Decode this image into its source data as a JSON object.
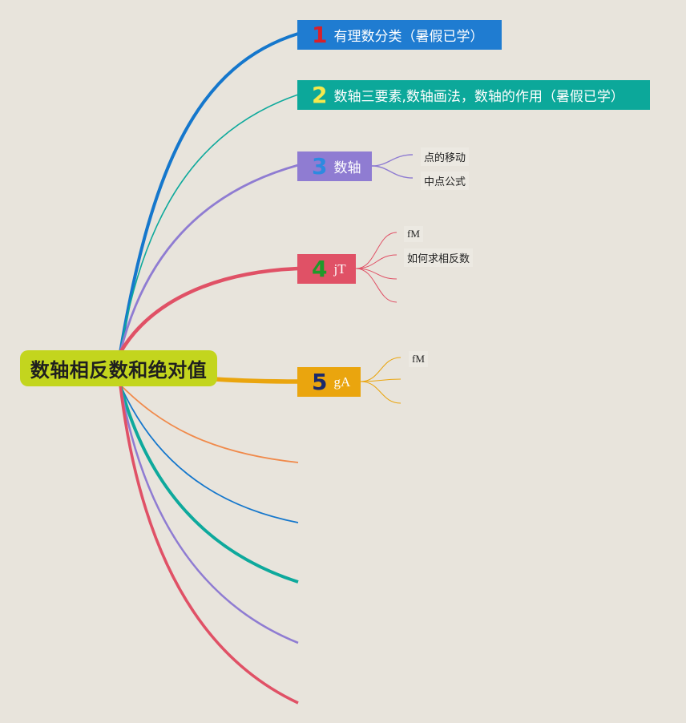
{
  "root": {
    "label": "数轴相反数和绝对值"
  },
  "topics": [
    {
      "num": "1",
      "label": "有理数分类（暑假已学）",
      "bg": "#1f7cd1",
      "numColor": "#d8202a"
    },
    {
      "num": "2",
      "label": "数轴三要素,数轴画法，数轴的作用（暑假已学）",
      "bg": "#0ca89a",
      "numColor": "#f5e94d"
    },
    {
      "num": "3",
      "label": "数轴",
      "bg": "#8f7cd2",
      "numColor": "#2d8ae0"
    },
    {
      "num": "4",
      "label": "jT",
      "bg": "#e05166",
      "numColor": "#1f9a2a"
    },
    {
      "num": "5",
      "label": "gA",
      "bg": "#eaa50e",
      "numColor": "#1b2a6b"
    }
  ],
  "leaves": {
    "topic3": [
      "点的移动",
      "中点公式"
    ],
    "topic4": [
      "fM",
      "如何求相反数"
    ],
    "topic5": [
      "fM"
    ]
  },
  "colors": {
    "blue": "#1577cc",
    "teal": "#0ea99c",
    "purple": "#8f7cd2",
    "red": "#e05166",
    "yellow": "#eaa50e",
    "orange": "#f08a4b",
    "lime": "#c3d51e"
  }
}
